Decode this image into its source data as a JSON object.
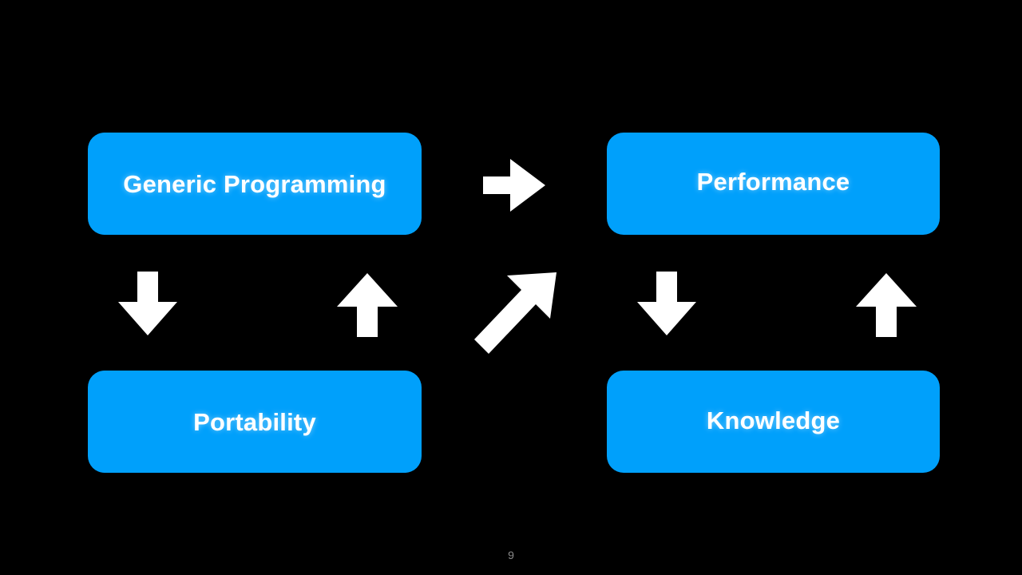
{
  "slide": {
    "page_number": "9",
    "background_color": "#000000",
    "accent_color": "#00a0fb",
    "text_color": "#ffffff",
    "page_number_color": "#8a8a8a"
  },
  "nodes": [
    {
      "id": "generic-programming",
      "label": "Generic Programming"
    },
    {
      "id": "performance",
      "label": "Performance"
    },
    {
      "id": "portability",
      "label": "Portability"
    },
    {
      "id": "knowledge",
      "label": "Knowledge"
    }
  ],
  "arrows": [
    {
      "id": "gp-to-performance",
      "icon": "arrow-right-icon",
      "direction": "right",
      "from": "generic-programming",
      "to": "performance"
    },
    {
      "id": "gp-to-portability",
      "icon": "arrow-down-icon",
      "direction": "down",
      "from": "generic-programming",
      "to": "portability"
    },
    {
      "id": "portability-to-gp",
      "icon": "arrow-up-icon",
      "direction": "up",
      "from": "portability",
      "to": "generic-programming"
    },
    {
      "id": "knowledge-to-performance-diagonal",
      "icon": "arrow-up-right-icon",
      "direction": "up-right",
      "from": "portability",
      "to": "performance"
    },
    {
      "id": "performance-to-knowledge",
      "icon": "arrow-down-icon",
      "direction": "down",
      "from": "performance",
      "to": "knowledge"
    },
    {
      "id": "knowledge-to-performance",
      "icon": "arrow-up-icon",
      "direction": "up",
      "from": "knowledge",
      "to": "performance"
    }
  ]
}
